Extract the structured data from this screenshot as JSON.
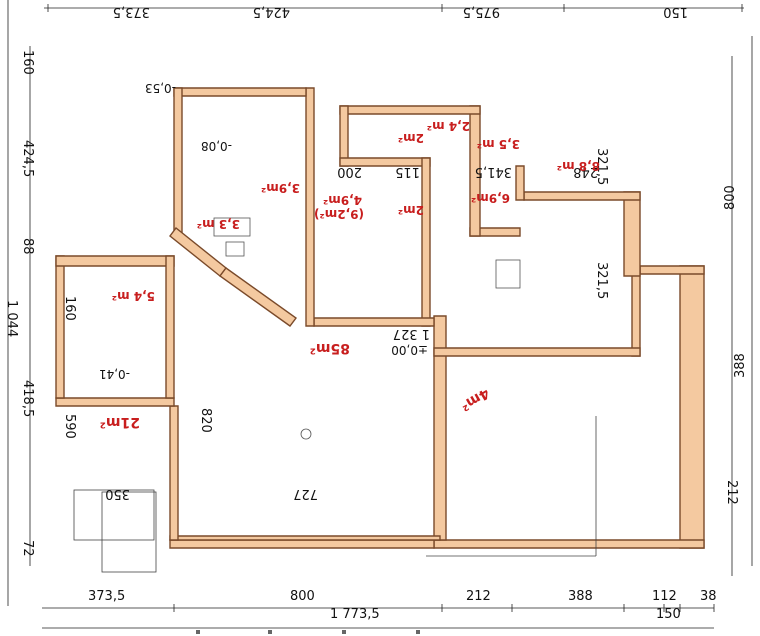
{
  "colors": {
    "wall_fill": "#f4c9a0",
    "wall_stroke": "#7a4a2a",
    "room_area": "#c81e1e",
    "dimension": "#222222"
  },
  "top_dimensions": [
    "373,5",
    "424,5",
    "975,5",
    "150"
  ],
  "bottom_dimensions": [
    "373,5",
    "800",
    "212",
    "388",
    "112",
    "38"
  ],
  "bottom_totals": [
    "1 773,5",
    "150"
  ],
  "left_dimensions": [
    "160",
    "424,5",
    "88",
    "1 044",
    "418,5",
    "72"
  ],
  "right_dimensions": [
    "800",
    "388",
    "212"
  ],
  "interior_dimensions": [
    "1 327",
    "727",
    "820",
    "350",
    "590",
    "160",
    "200",
    "115",
    "341,5",
    "248",
    "321,5",
    "321,5"
  ],
  "levels": [
    "-0,53",
    "-0,08",
    "-0,41",
    "±0,00"
  ],
  "rooms": [
    {
      "area": "85m²"
    },
    {
      "area": "21m²"
    },
    {
      "area": "5,4 m²"
    },
    {
      "area": "3,3 m²"
    },
    {
      "area": "3,9m²"
    },
    {
      "area": "4,9m²"
    },
    {
      "area": "(9,2m²)"
    },
    {
      "area": "2m²"
    },
    {
      "area": "2,4 m²"
    },
    {
      "area": "3,5 m²"
    },
    {
      "area": "8,8 m²"
    },
    {
      "area": "6,9m²"
    },
    {
      "area": "2m²"
    },
    {
      "area": "4m²"
    }
  ]
}
